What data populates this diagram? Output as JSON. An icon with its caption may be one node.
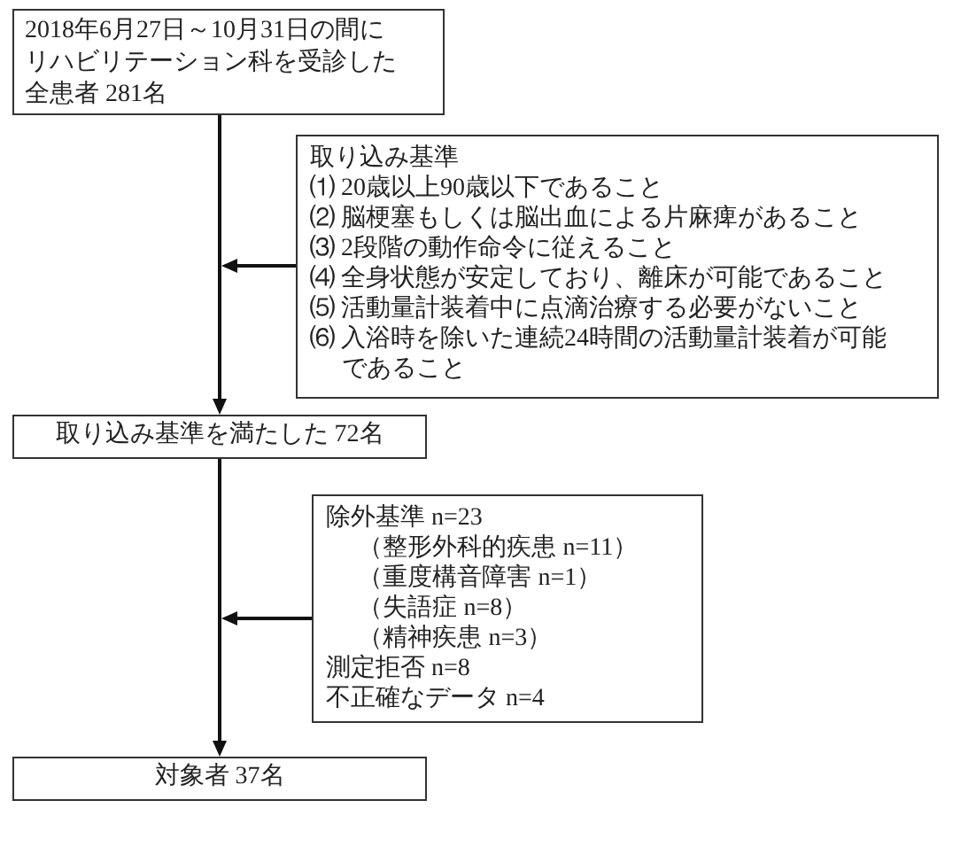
{
  "diagram": {
    "nodes": [
      {
        "text": [
          "2018年6月27日～10月31日の間にリハビリテーション科を受診した全患者 281名"
        ]
      },
      {
        "text": [
          "取り込み基準",
          "⑴ 20歳以上90歳以下であること",
          "⑵ 脳梗塞もしくは脳出血による片麻痺があること",
          "⑶ 2段階の動作命令に従えること",
          "⑷ 全身状態が安定しており、離床が可能であること",
          "⑸ 活動量計装着中に点滴治療する必要がないこと",
          "⑹ 入浴時を除いた連続24時間の活動量計装着が可能であること"
        ]
      },
      {
        "text": [
          "取り込み基準を満たした 72名"
        ]
      },
      {
        "text": [
          "除外基準 n=23",
          "（整形外科的疾患 n=11）",
          "（重度構音障害 n=1）",
          "（失語症 n=8）",
          "（精神疾患 n=3）",
          "測定拒否 n=8",
          "不正確なデータ n=4"
        ]
      },
      {
        "text": [
          "対象者 37名"
        ]
      }
    ],
    "edges": [
      {
        "from": 0,
        "to": 2,
        "arrow": "to"
      },
      {
        "from": 1,
        "to": null,
        "arrow": "to"
      },
      {
        "from": 2,
        "to": 4,
        "arrow": "to"
      },
      {
        "from": 3,
        "to": null,
        "arrow": "to"
      }
    ]
  }
}
